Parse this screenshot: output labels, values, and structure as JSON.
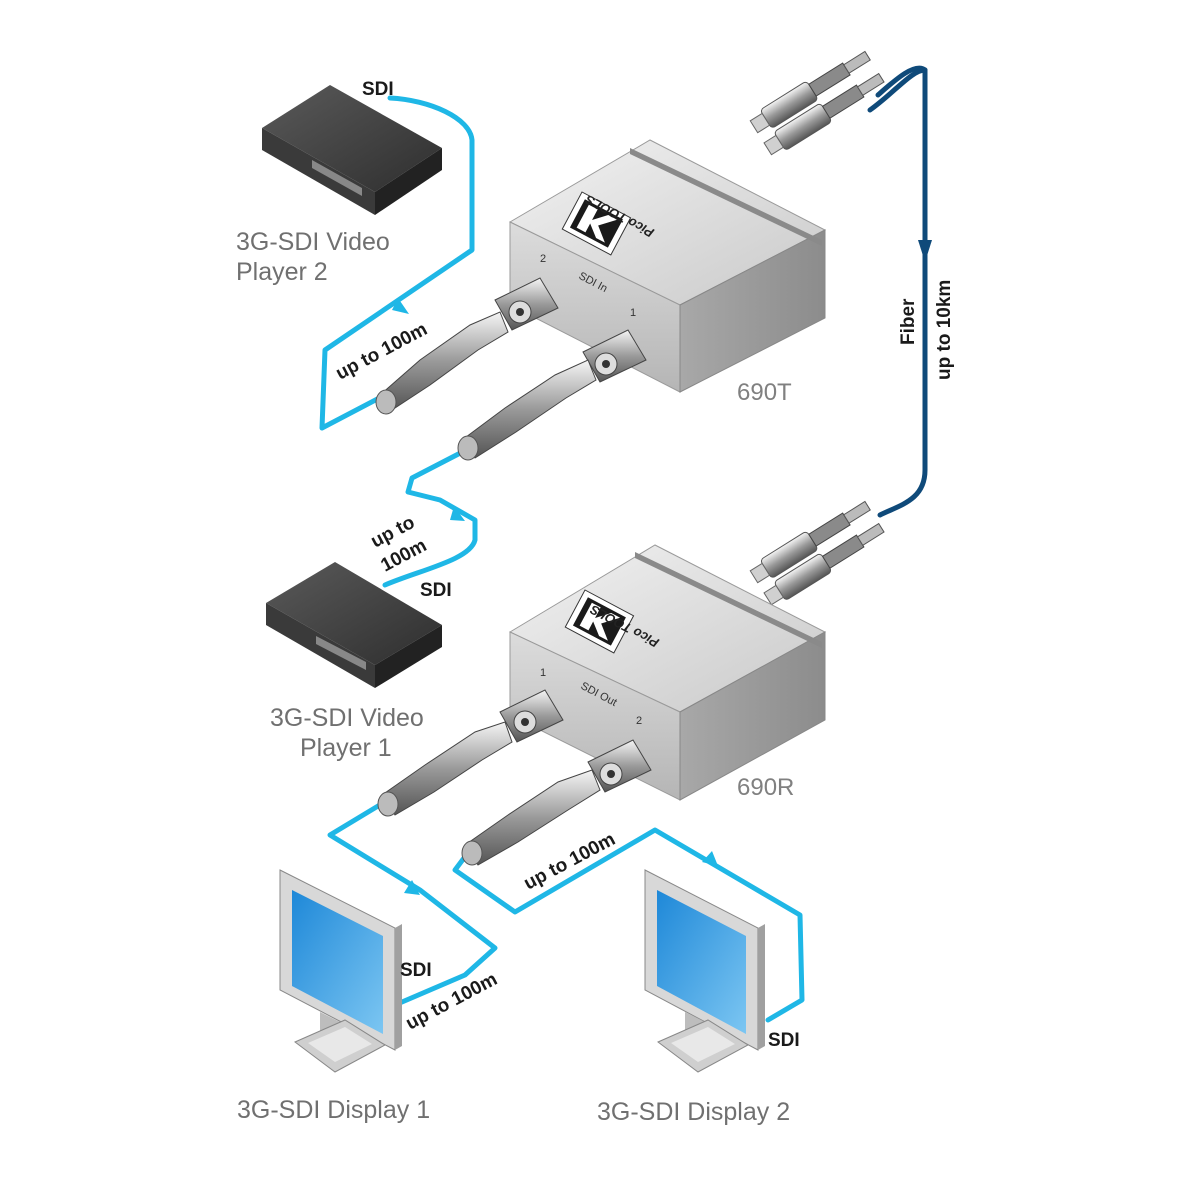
{
  "devices": {
    "player2_label": [
      "3G-SDI Video",
      "Player 2"
    ],
    "player1_label": [
      "3G-SDI Video",
      "Player 1"
    ],
    "display1_label": "3G-SDI Display 1",
    "display2_label": "3G-SDI Display 2",
    "transmitter_model": "690T",
    "receiver_model": "690R",
    "brand_text": "Pico TOOLS",
    "transmitter_port_label": "SDI In",
    "receiver_port_label": "SDI Out",
    "port_numbers": [
      "1",
      "2"
    ]
  },
  "cables": {
    "sdi": "SDI",
    "up_to_100m": "up to 100m",
    "up_to": "up to",
    "100m": "100m",
    "fiber": "Fiber",
    "up_to_10km": "up to 10km"
  },
  "colors": {
    "sdi_cable": "#1fb7e6",
    "fiber_cable": "#0f4a7a"
  }
}
